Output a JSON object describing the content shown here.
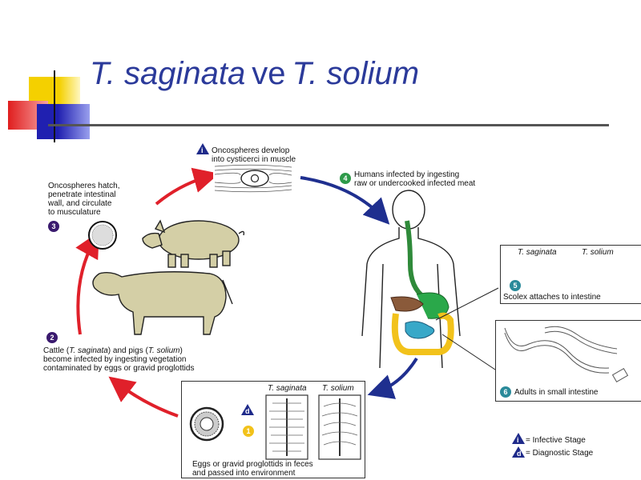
{
  "title": {
    "species1": "T. saginata",
    "connector": "ve",
    "species2": "T. solium"
  },
  "stages": {
    "s1_label_line1": "Eggs or gravid proglottids in feces",
    "s1_label_line2": "and passed into environment",
    "s1_num": "1",
    "s1_d": "d",
    "s2_num": "2",
    "s2_line1_pre": "Cattle (",
    "s2_line1_sp1": "T. saginata",
    "s2_line1_mid": ") and pigs (",
    "s2_line1_sp2": "T. solium",
    "s2_line1_post": ")",
    "s2_line2": "become infected by ingesting vegetation",
    "s2_line3": "contaminated by eggs or gravid proglottids",
    "s3_num": "3",
    "s3_line1": "Oncospheres hatch,",
    "s3_line2": "penetrate intestinal",
    "s3_line3": "wall, and circulate",
    "s3_line4": "to musculature",
    "si_i": "i",
    "si_line1": "Oncospheres develop",
    "si_line2": "into cysticerci in muscle",
    "s4_num": "4",
    "s4_line1": "Humans infected by ingesting",
    "s4_line2": "raw or undercooked infected meat",
    "s5_num": "5",
    "s5_label": "Scolex attaches to intestine",
    "s5_sp1": "T. saginata",
    "s5_sp2": "T. solium",
    "s6_num": "6",
    "s6_label": "Adults in small intestine",
    "proglottid_sp1": "T. saginata",
    "proglottid_sp2": "T. solium"
  },
  "legend": {
    "i_symbol": "i",
    "infective": "= Infective Stage",
    "d_symbol": "d",
    "diagnostic": "= Diagnostic Stage"
  },
  "colors": {
    "title": "#2b3a9a",
    "red_arrow": "#e0202a",
    "blue_arrow": "#1f2f8f",
    "badge_purple": "#3a1a6e",
    "badge_green": "#2e9a4a",
    "badge_teal": "#2a8a9a",
    "badge_yellow": "#f2c21b",
    "triangle": "#1e2a8a"
  }
}
